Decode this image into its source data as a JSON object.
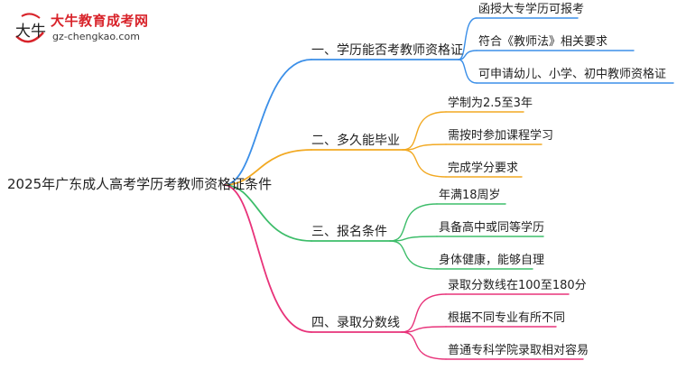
{
  "logo": {
    "name": "大牛教育成考网",
    "url": "gz-chengkao.com",
    "mark_text": "大牛"
  },
  "root": {
    "label": "2025年广东成人高考学历考教师资格证条件"
  },
  "colors": {
    "branch_1": "#3b8fe8",
    "branch_2": "#f2a922",
    "branch_3": "#3dbd6a",
    "branch_4": "#e8337a",
    "logo_red": "#d8232a"
  },
  "branches": [
    {
      "label": "一、学历能否考教师资格证",
      "leaves": [
        "函授大专学历可报考",
        "符合《教师法》相关要求",
        "可申请幼儿、小学、初中教师资格证"
      ]
    },
    {
      "label": "二、多久能毕业",
      "leaves": [
        "学制为2.5至3年",
        "需按时参加课程学习",
        "完成学分要求"
      ]
    },
    {
      "label": "三、报名条件",
      "leaves": [
        "年满18周岁",
        "具备高中或同等学历",
        "身体健康，能够自理"
      ]
    },
    {
      "label": "四、录取分数线",
      "leaves": [
        "录取分数线在100至180分",
        "根据不同专业有所不同",
        "普通专科学院录取相对容易"
      ]
    }
  ]
}
